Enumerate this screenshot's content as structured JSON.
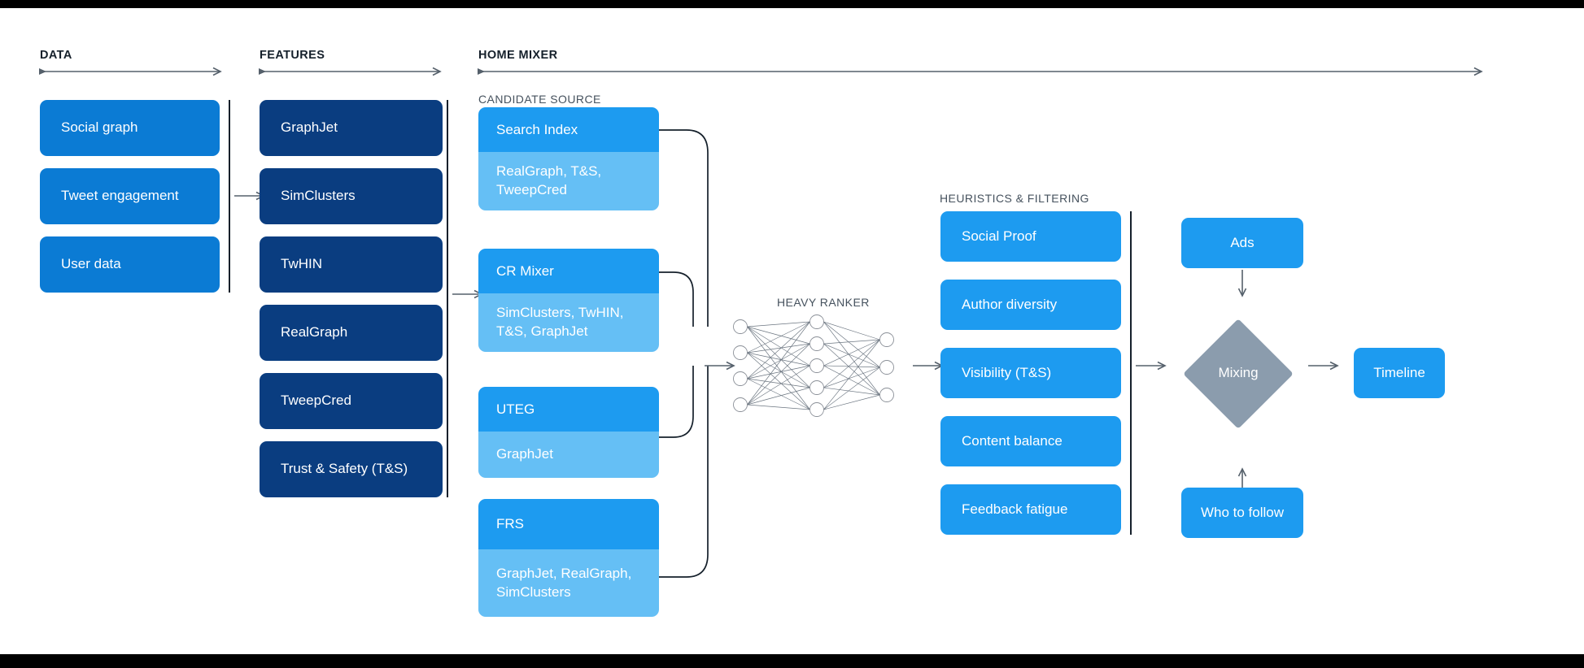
{
  "sections": {
    "data": {
      "title": "DATA"
    },
    "features": {
      "title": "FEATURES"
    },
    "home_mixer": {
      "title": "HOME MIXER"
    },
    "candidate_source": {
      "title": "CANDIDATE SOURCE"
    },
    "heavy_ranker": {
      "title": "HEAVY RANKER"
    },
    "heuristics": {
      "title": "HEURISTICS & FILTERING"
    }
  },
  "data_boxes": [
    {
      "label": "Social graph"
    },
    {
      "label": "Tweet engagement"
    },
    {
      "label": "User data"
    }
  ],
  "feature_boxes": [
    {
      "label": "GraphJet"
    },
    {
      "label": "SimClusters"
    },
    {
      "label": "TwHIN"
    },
    {
      "label": "RealGraph"
    },
    {
      "label": "TweepCred"
    },
    {
      "label": "Trust & Safety (T&S)"
    }
  ],
  "candidate_sources": [
    {
      "name": "Search Index",
      "uses": "RealGraph, T&S,\nTweepCred"
    },
    {
      "name": "CR Mixer",
      "uses": "SimClusters, TwHIN,\nT&S, GraphJet"
    },
    {
      "name": "UTEG",
      "uses": "GraphJet"
    },
    {
      "name": "FRS",
      "uses": "GraphJet, RealGraph,\nSimClusters"
    }
  ],
  "heuristics_boxes": [
    {
      "label": "Social Proof"
    },
    {
      "label": "Author diversity"
    },
    {
      "label": "Visibility (T&S)"
    },
    {
      "label": "Content balance"
    },
    {
      "label": "Feedback fatigue"
    }
  ],
  "outputs": {
    "ads": "Ads",
    "mixing": "Mixing",
    "timeline": "Timeline",
    "who_to_follow": "Who to follow"
  },
  "network": {
    "input_nodes": 4,
    "hidden_nodes": 5,
    "output_nodes": 3
  },
  "colors": {
    "data_blue": "#0B7BD4",
    "feature_navy": "#0A3D80",
    "accent_blue": "#1D9BF0",
    "light_blue": "#65BFF5",
    "diamond_gray": "#8B9CAD",
    "rule_gray": "#55606B",
    "text_dark": "#15202B"
  }
}
